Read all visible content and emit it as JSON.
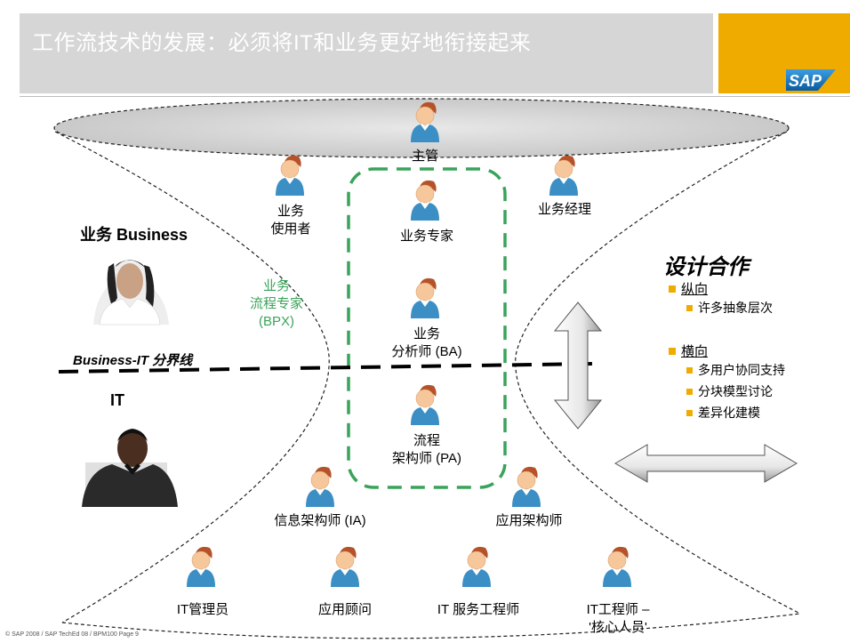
{
  "title": "工作流技术的发展：必须将IT和业务更好地衔接起来",
  "logo": "SAP",
  "copyright": "© SAP 2008 / SAP TechEd 08 / BPM100 Page 9",
  "zones": {
    "business": "业务 Business",
    "it": "IT",
    "boundary": "Business-IT 分界线"
  },
  "people": {
    "supervisor": "主管",
    "business_user": [
      "业务",
      "使用者"
    ],
    "business_expert": "业务专家",
    "business_manager": "业务经理",
    "bpx": [
      "业务",
      "流程专家",
      "(BPX)"
    ],
    "analyst": [
      "业务",
      "分析师 (BA)"
    ],
    "process_architect": [
      "流程",
      "架构师 (PA)"
    ],
    "info_architect": "信息架构师 (IA)",
    "app_architect": "应用架构师",
    "it_admin": "IT管理员",
    "app_consultant": "应用顾问",
    "it_service_engineer": "IT 服务工程师",
    "it_engineer": [
      "IT工程师 –",
      "'核心人员'"
    ]
  },
  "design_cooperation": {
    "title": "设计合作",
    "vertical": {
      "label": "纵向",
      "items": [
        "许多抽象层次"
      ]
    },
    "horizontal": {
      "label": "横向",
      "items": [
        "多用户协同支持",
        "分块模型讨论",
        "差异化建模"
      ]
    }
  },
  "colors": {
    "accent": "#f0ab00",
    "header_bg": "#d6d6d6",
    "dashed_green": "#3aa35a",
    "person_shirt": "#3b8fc4"
  }
}
